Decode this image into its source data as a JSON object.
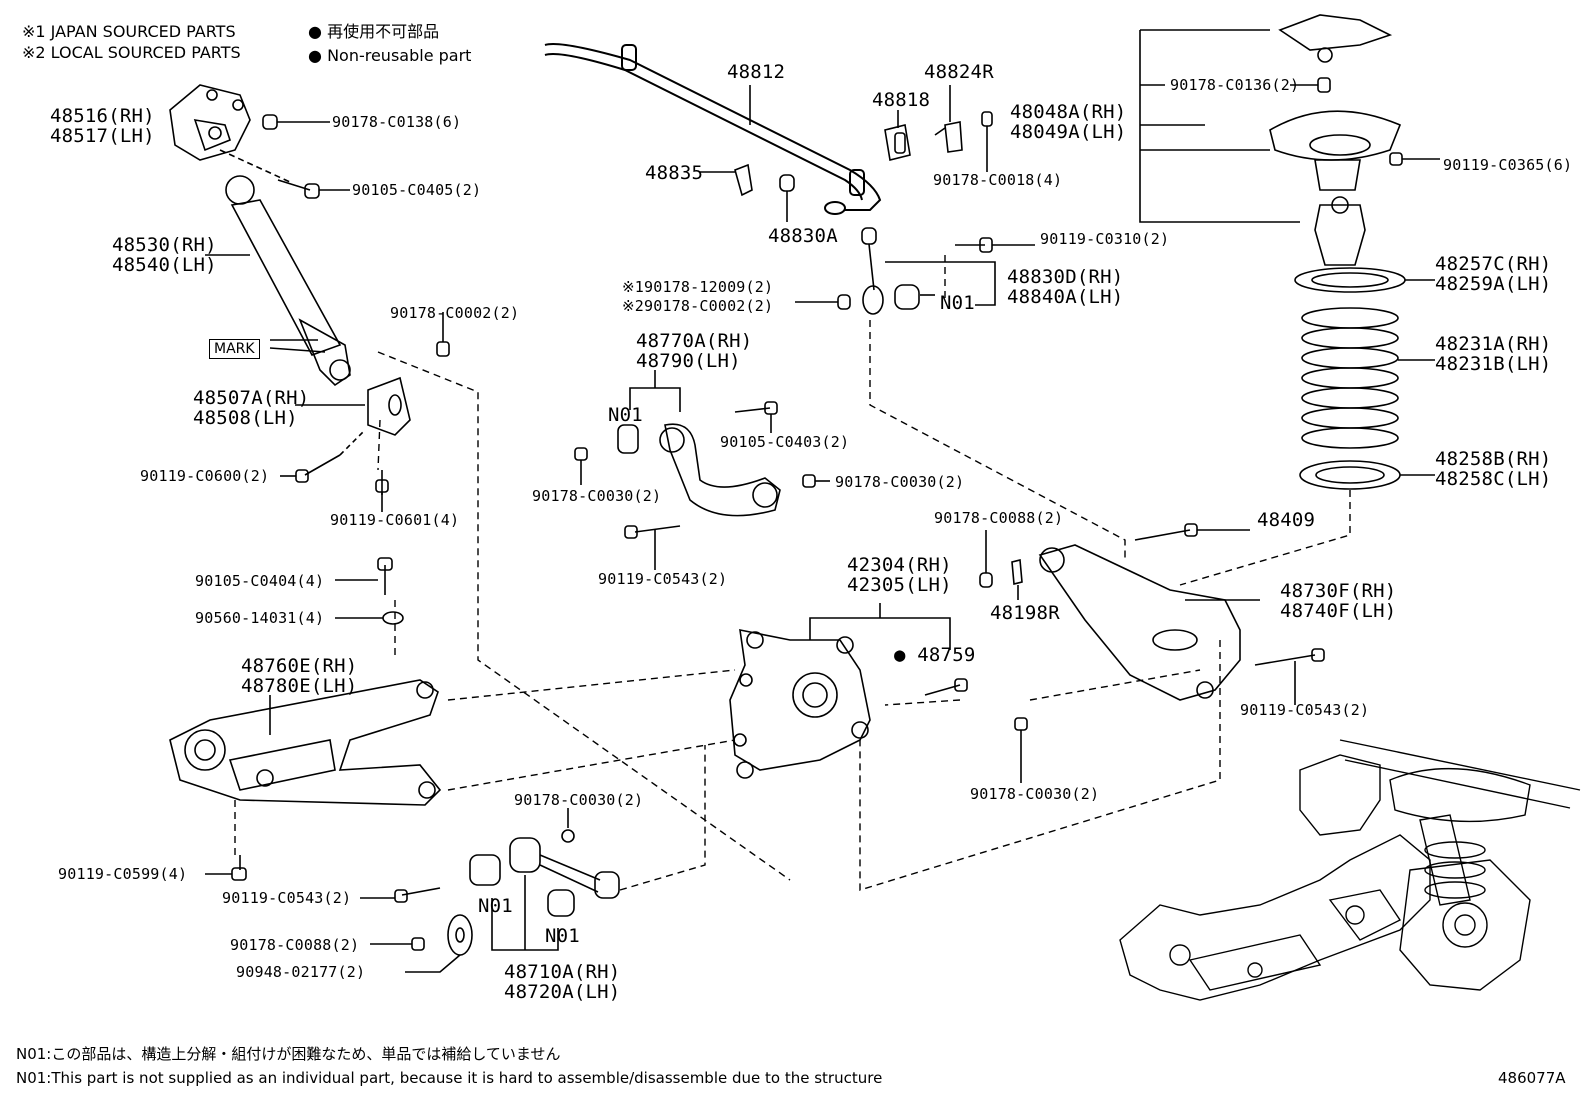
{
  "legend": {
    "japan_sourced": "※1 JAPAN SOURCED PARTS",
    "local_sourced": "※2 LOCAL SOURCED PARTS",
    "non_reusable_jp": "再使用不可部品",
    "non_reusable_en": "Non-reusable part"
  },
  "parts": {
    "p48516": "48516(RH)",
    "p48517": "48517(LH)",
    "b90178_C0138": "90178-C0138(6)",
    "b90105_C0405": "90105-C0405(2)",
    "p48530": "48530(RH)",
    "p48540": "48540(LH)",
    "mark": "MARK",
    "b90178_C0002a": "90178-C0002(2)",
    "p48507A": "48507A(RH)",
    "p48508": "48508(LH)",
    "b90119_C0600": "90119-C0600(2)",
    "b90119_C0601": "90119-C0601(4)",
    "b90105_C0404": "90105-C0404(4)",
    "b90560_14031": "90560-14031(4)",
    "p48760E": "48760E(RH)",
    "p48780E": "48780E(LH)",
    "b90119_C0599": "90119-C0599(4)",
    "b90119_C0543a": "90119-C0543(2)",
    "b90178_C0088a": "90178-C0088(2)",
    "b90948_02177": "90948-02177(2)",
    "b90178_C0030a": "90178-C0030(2)",
    "n01a": "N01",
    "n01b": "N01",
    "p48710A": "48710A(RH)",
    "p48720A": "48720A(LH)",
    "p48812": "48812",
    "p48835": "48835",
    "p48830A": "48830A",
    "p48818": "48818",
    "p48824R": "48824R",
    "b90178_C0018": "90178-C0018(4)",
    "b90119_C0310": "90119-C0310(2)",
    "b90178_12009": "※190178-12009(2)",
    "b90178_C0002b": "※290178-C0002(2)",
    "p48830D": "48830D(RH)",
    "p48840A": "48840A(LH)",
    "n01c": "N01",
    "p48770A": "48770A(RH)",
    "p48790": "48790(LH)",
    "n01d": "N01",
    "b90105_C0403": "90105-C0403(2)",
    "b90178_C0030b": "90178-C0030(2)",
    "b90178_C0030c": "90178-C0030(2)",
    "b90119_C0543b": "90119-C0543(2)",
    "p42304": "42304(RH)",
    "p42305": "42305(LH)",
    "p48759": "48759",
    "b90178_C0030d": "90178-C0030(2)",
    "b90178_C0088b": "90178-C0088(2)",
    "p48198R": "48198R",
    "p48409": "48409",
    "p48730F": "48730F(RH)",
    "p48740F": "48740F(LH)",
    "b90119_C0543c": "90119-C0543(2)",
    "p48048A": "48048A(RH)",
    "p48049A": "48049A(LH)",
    "b90178_C0136": "90178-C0136(2)",
    "b90119_C0365": "90119-C0365(6)",
    "p48257C": "48257C(RH)",
    "p48259A": "48259A(LH)",
    "p48231A": "48231A(RH)",
    "p48231B": "48231B(LH)",
    "p48258B": "48258B(RH)",
    "p48258C": "48258C(LH)"
  },
  "notes": {
    "jp": "N01:この部品は、構造上分解・組付けが困難なため、単品では補給していません",
    "en": "N01:This part is not supplied as an individual part, because it is hard to assemble/disassemble due to the structure"
  },
  "figure_id": "486077A"
}
